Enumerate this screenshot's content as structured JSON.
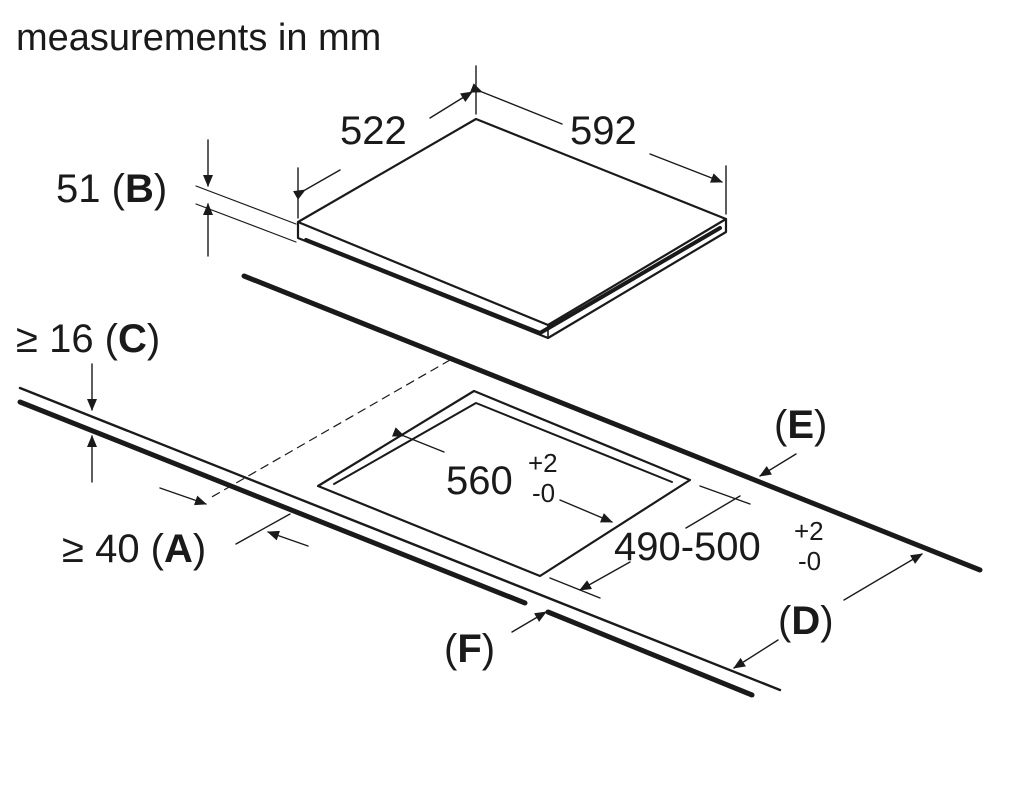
{
  "title": "measurements in mm",
  "hob": {
    "depth": "522",
    "width": "592",
    "height_value": "51",
    "height_key": "B"
  },
  "cutout": {
    "width_value": "560",
    "width_tol_plus": "+2",
    "width_tol_minus": "-0",
    "depth_value": "490-500",
    "depth_tol_plus": "+2",
    "depth_tol_minus": "-0"
  },
  "clearances": {
    "worktop_min_prefix": "≥ 16",
    "worktop_key": "C",
    "front_min_prefix": "≥ 40",
    "front_key": "A",
    "back_key": "E",
    "rear_key": "D",
    "front_edge_key": "F"
  },
  "colors": {
    "line": "#1a1a1a",
    "background": "#ffffff"
  }
}
